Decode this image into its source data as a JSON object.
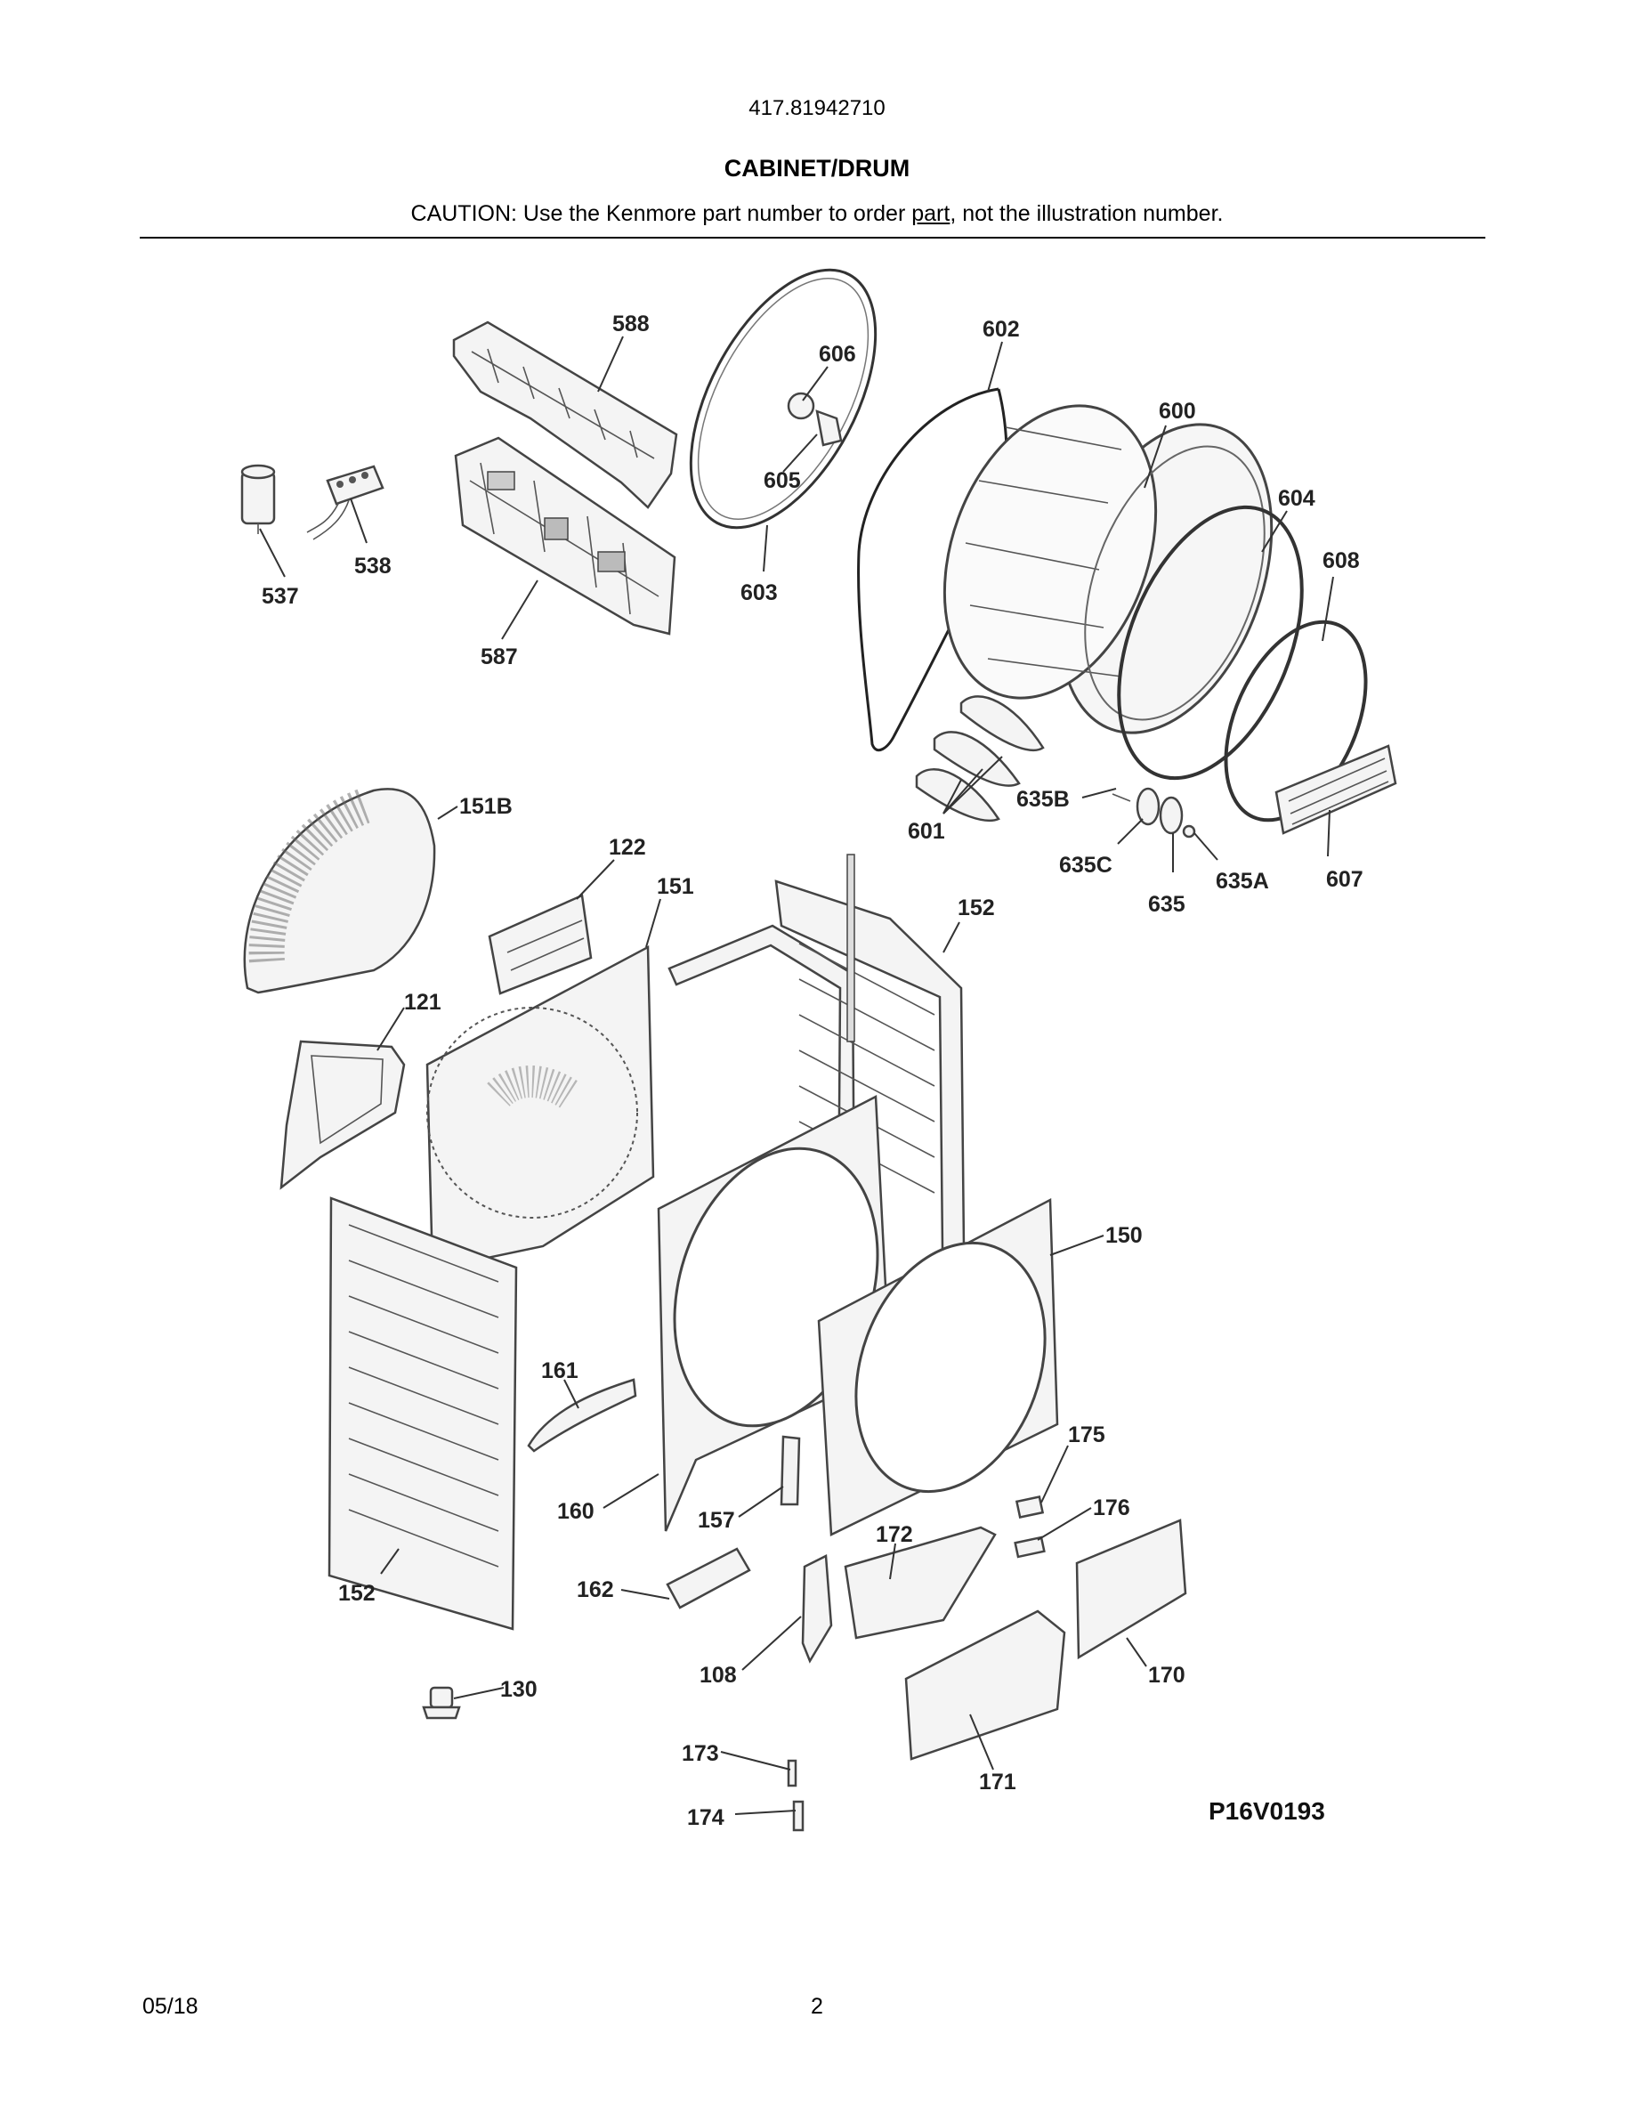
{
  "header": {
    "model_number": "417.81942710",
    "title": "CABINET/DRUM",
    "caution_before": "CAUTION: Use the Kenmore part number to order ",
    "caution_underlined": "part",
    "caution_after": ", not the illustration number."
  },
  "diagram": {
    "drawing_code": "P16V0193",
    "callouts": [
      "588",
      "602",
      "606",
      "600",
      "605",
      "604",
      "603",
      "608",
      "537",
      "538",
      "587",
      "151B",
      "601",
      "635B",
      "122",
      "151",
      "635C",
      "635A",
      "152",
      "635",
      "607",
      "121",
      "150",
      "161",
      "175",
      "160",
      "157",
      "176",
      "172",
      "162",
      "170",
      "152",
      "108",
      "130",
      "173",
      "171",
      "174"
    ]
  },
  "footer": {
    "date": "05/18",
    "page": "2"
  }
}
